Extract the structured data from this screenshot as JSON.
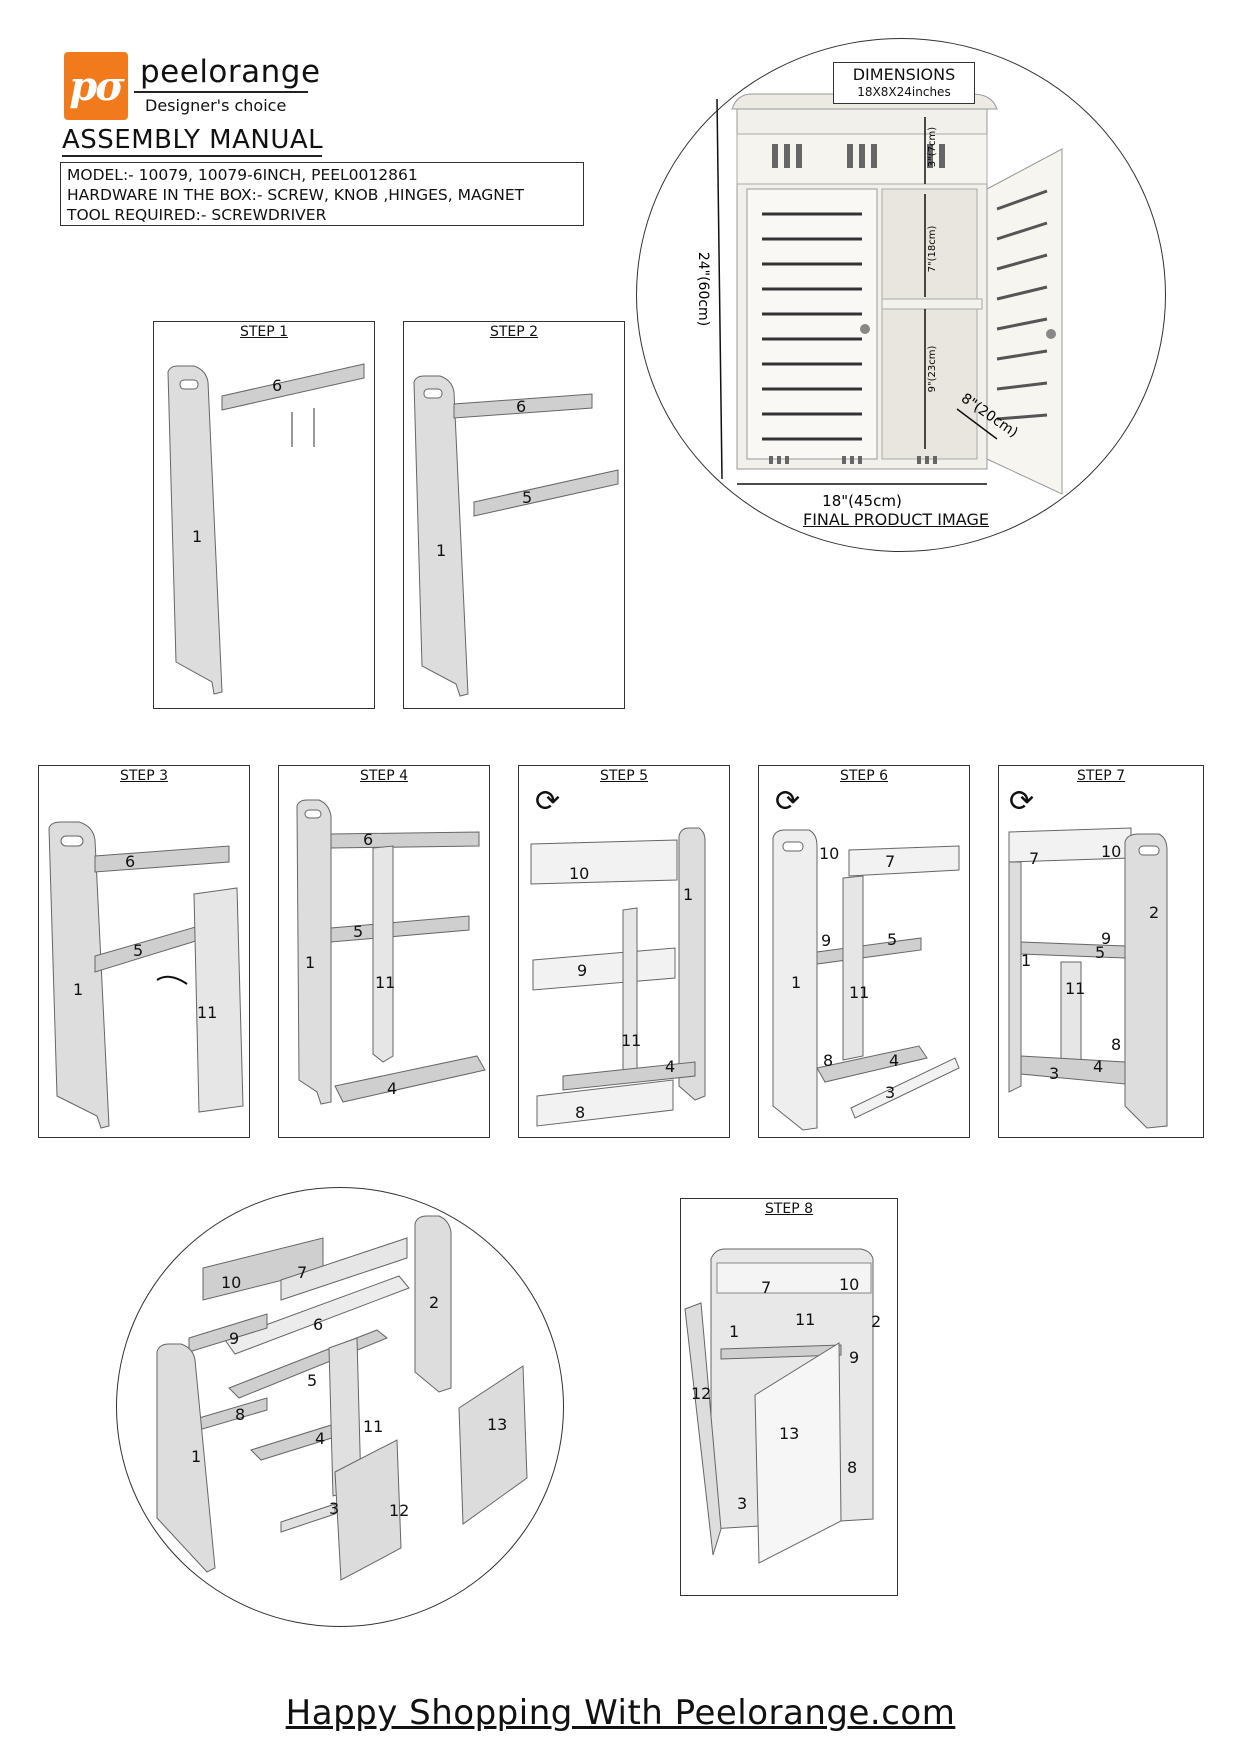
{
  "header": {
    "logo_mark": "pσ",
    "brand_name": "peelorange",
    "tagline": "Designer's choice",
    "manual_title": "ASSEMBLY MANUAL",
    "specs": [
      "MODEL:- 10079, 10079-6INCH, PEEL0012861",
      "HARDWARE IN THE BOX:- SCREW, KNOB ,HINGES, MAGNET",
      "TOOL REQUIRED:- SCREWDRIVER"
    ]
  },
  "final_product": {
    "dimensions_title": "DIMENSIONS",
    "dimensions_value": "18X8X24inches",
    "height_label": "24\"(60cm)",
    "width_label": "18\"(45cm)",
    "depth_label": "8\"(20cm)",
    "top_gap_label": "3\"(7cm)",
    "middle_gap_label": "7\"(18cm)",
    "lower_gap_label": "9\"(23cm)",
    "caption": "FINAL PRODUCT IMAGE"
  },
  "steps": {
    "step1": {
      "title": "STEP 1",
      "parts": [
        "6",
        "1"
      ]
    },
    "step2": {
      "title": "STEP 2",
      "parts": [
        "6",
        "5",
        "1"
      ]
    },
    "step3": {
      "title": "STEP 3",
      "parts": [
        "6",
        "5",
        "1",
        "11"
      ]
    },
    "step4": {
      "title": "STEP 4",
      "parts": [
        "6",
        "5",
        "1",
        "11",
        "4"
      ]
    },
    "step5": {
      "title": "STEP 5",
      "parts": [
        "10",
        "1",
        "9",
        "11",
        "4",
        "8"
      ]
    },
    "step6": {
      "title": "STEP 6",
      "parts": [
        "10",
        "7",
        "9",
        "5",
        "1",
        "11",
        "8",
        "4",
        "3"
      ]
    },
    "step7": {
      "title": "STEP 7",
      "parts": [
        "7",
        "10",
        "2",
        "9",
        "5",
        "1",
        "11",
        "8",
        "3",
        "4"
      ]
    },
    "step8": {
      "title": "STEP 8",
      "parts": [
        "10",
        "7",
        "11",
        "2",
        "1",
        "9",
        "12",
        "13",
        "8",
        "3"
      ]
    }
  },
  "exploded_parts": [
    "10",
    "7",
    "2",
    "6",
    "9",
    "5",
    "8",
    "4",
    "11",
    "13",
    "1",
    "3",
    "12"
  ],
  "footer": {
    "text": "Happy Shopping With Peelorange.com"
  }
}
